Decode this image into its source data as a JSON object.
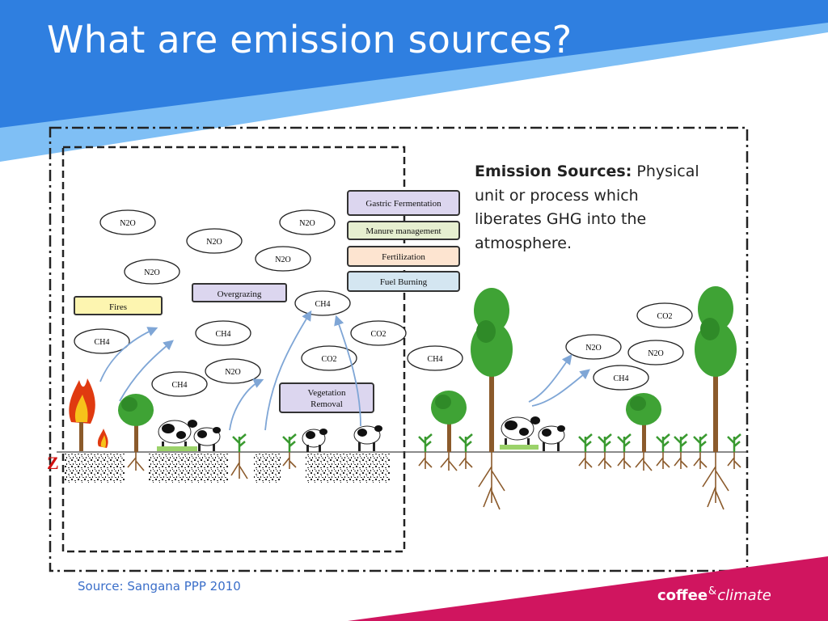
{
  "slide": {
    "title": "What are emission sources?",
    "definition_term": "Emission Sources:",
    "definition_text": "Physical unit or process which liberates GHG into the atmosphere.",
    "source": "Source: Sangana PPP 2010",
    "logo_part1": "coffee",
    "logo_amp": "&",
    "logo_part2": "climate",
    "colors": {
      "header_blue": "#2f7fe0",
      "light_blue": "#7fbff5",
      "footer_magenta": "#d0155f",
      "box_purple": "#dcd6ef",
      "fires_yellow": "#fdf5b0",
      "manure_green": "#e6efd0",
      "fert_peach": "#fde4d0",
      "fuel_blue": "#d4e6f1"
    }
  },
  "diagram": {
    "left_marker": "Z",
    "process_boxes": {
      "gastric": "Gastric Fermentation",
      "manure": "Manure management",
      "fertilization": "Fertilization",
      "fuel": "Fuel Burning",
      "fires": "Fires",
      "overgrazing": "Overgrazing",
      "vegetation_1": "Vegetation",
      "vegetation_2": "Removal"
    },
    "gases": {
      "g1": "N2O",
      "g2": "N2O",
      "g3": "N2O",
      "g4": "N2O",
      "g5": "N2O",
      "g6": "CH4",
      "g7": "CH4",
      "g8": "CH4",
      "g9": "CH4",
      "g10": "N2O",
      "g11": "CO2",
      "g12": "CO2",
      "g13": "CH4",
      "g14": "N2O",
      "g15": "CO2",
      "g16": "N2O",
      "g17": "CH4"
    }
  }
}
